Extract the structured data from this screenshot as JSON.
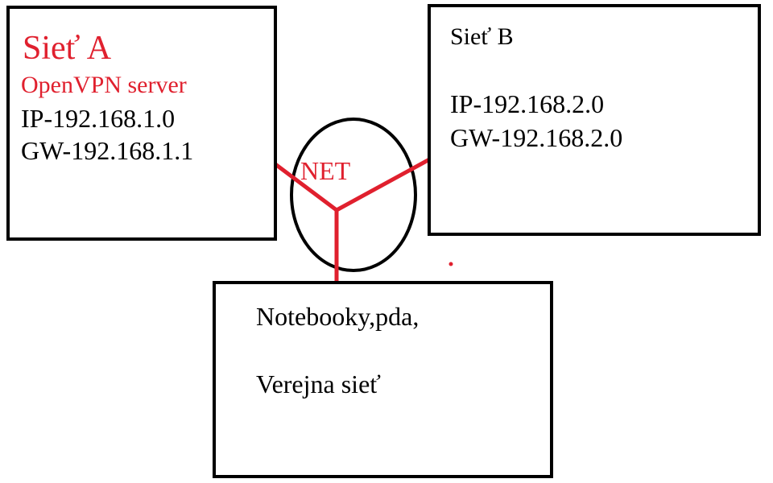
{
  "colors": {
    "accent": "#e0202e",
    "text": "#000000",
    "border": "#000000",
    "background": "#ffffff"
  },
  "network_a": {
    "title": "Sieť A",
    "subtitle": "OpenVPN server",
    "ip": "IP-192.168.1.0",
    "gw": "GW-192.168.1.1"
  },
  "network_b": {
    "title": "Sieť B",
    "ip": "IP-192.168.2.0",
    "gw": "GW-192.168.2.0"
  },
  "public_network": {
    "line1": "Notebooky,pda,",
    "line2": "Verejna sieť"
  },
  "internet": {
    "label": "NET"
  }
}
